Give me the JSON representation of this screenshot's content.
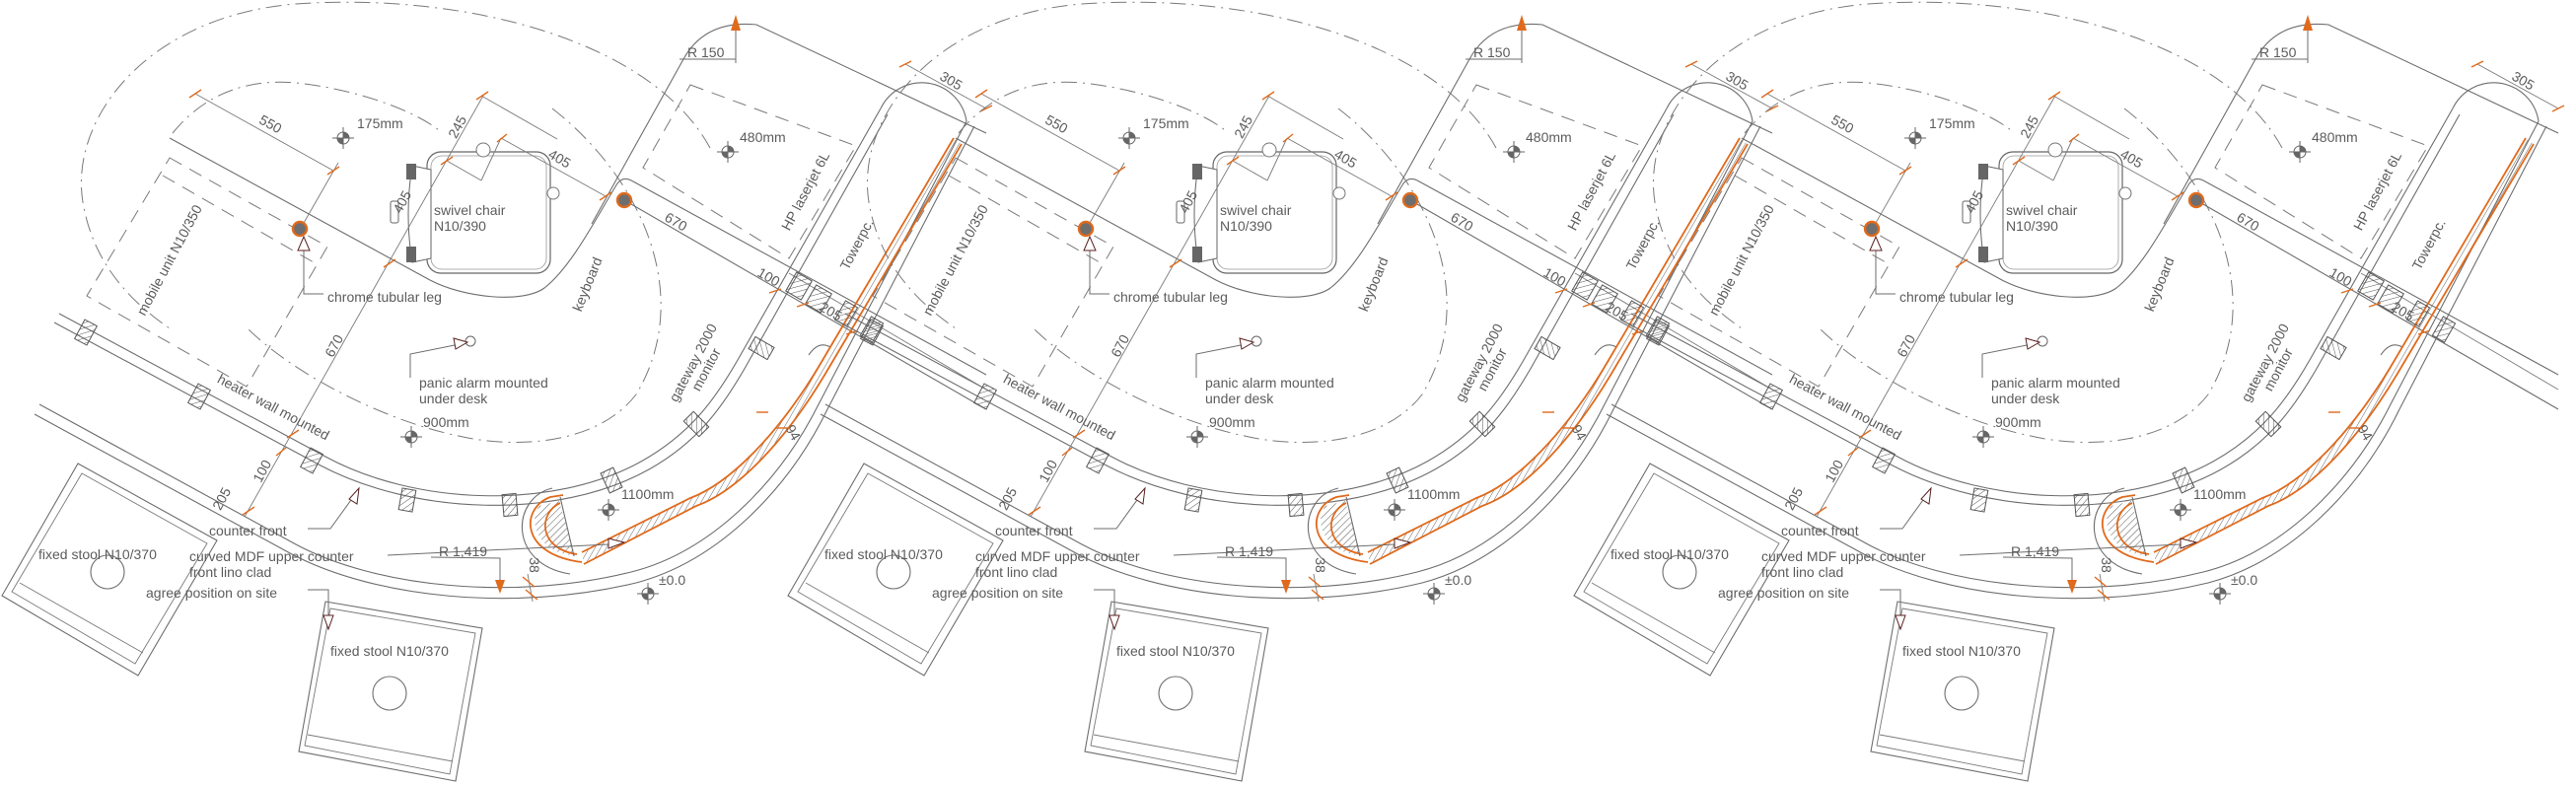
{
  "colors": {
    "line": "#6e6e6e",
    "accent_orange": "#e06a1c",
    "text": "#5c5c5c",
    "background": "#ffffff"
  },
  "dimensions": {
    "d550": "550",
    "d175mm": "175mm",
    "d245": "245",
    "d405a": "405",
    "d405b": "405",
    "d670a": "670",
    "d670b": "670",
    "d100a": "100",
    "d100b": "100",
    "d205a": "205",
    "d205b": "205",
    "d305": "305",
    "r150": "R 150",
    "d480mm": "480mm",
    "d900mm": "900mm",
    "d1100mm": "1100mm",
    "level": "±0.0",
    "r1419": "R 1,419",
    "d38": "38",
    "d94": "94"
  },
  "labels": {
    "swivel_chair_1": "swivel chair",
    "swivel_chair_2": "N10/390",
    "chrome_leg": "chrome tubular leg",
    "mobile_unit": "mobile unit N10/350",
    "keyboard": "keyboard",
    "panic_alarm_1": "panic alarm mounted",
    "panic_alarm_2": "under desk",
    "heater": "heater wall mounted",
    "counter_front": "counter front",
    "curved_mdf_1": "curved MDF upper counter",
    "curved_mdf_2": "front  lino clad",
    "agree_position": "agree position on site",
    "fixed_stool": "fixed stool N10/370",
    "hp_laserjet": "HP laserjet 6L",
    "towerpc": "Towerpc.",
    "gateway_1": "gateway 2000",
    "gateway_2": "monitor"
  }
}
